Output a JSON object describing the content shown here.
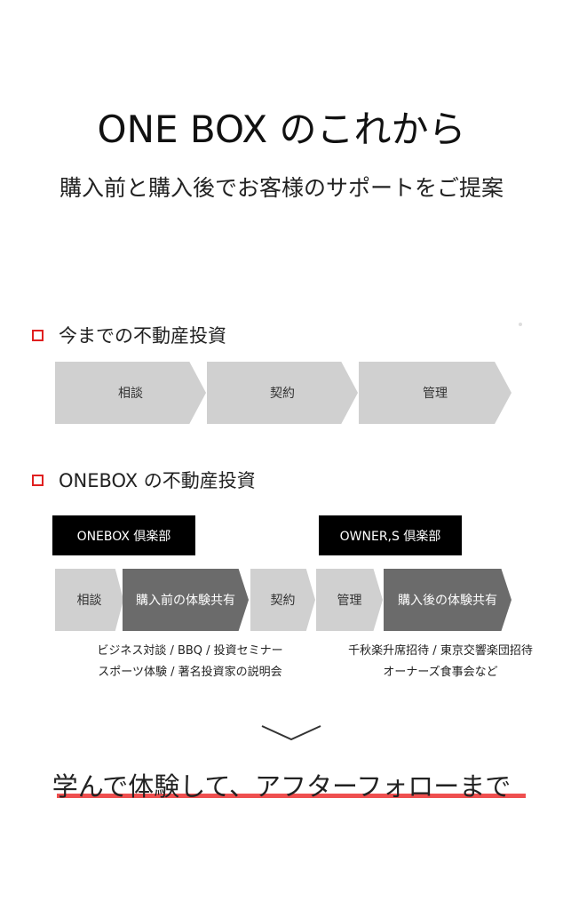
{
  "header": {
    "title": "ONE BOX のこれから",
    "subtitle": "購入前と購入後でお客様のサポートをご提案"
  },
  "section_current": {
    "label": "今までの不動産投資",
    "steps": [
      "相談",
      "契約",
      "管理"
    ]
  },
  "section_onebox": {
    "label": "ONEBOX の不動産投資",
    "club_left": "ONEBOX 倶楽部",
    "club_right": "OWNER,S 倶楽部",
    "steps": [
      "相談",
      "購入前の体験共有",
      "契約",
      "管理",
      "購入後の体験共有"
    ],
    "notes_left": [
      "ビジネス対談 / BBQ / 投資セミナー",
      "スポーツ体験 / 著名投資家の説明会"
    ],
    "notes_right": [
      "千秋楽升席招待 / 東京交響楽団招待",
      "オーナーズ食事会など"
    ]
  },
  "tagline": "学んで体験して、アフターフォローまで",
  "colors": {
    "accent_red": "#e02020",
    "underline_red": "#ef4f4f",
    "step_light": "#d0d0d0",
    "step_dark": "#6b6b6b",
    "club_black": "#000000"
  },
  "icons": [
    "square-bullet-icon",
    "chevron-down-icon"
  ]
}
